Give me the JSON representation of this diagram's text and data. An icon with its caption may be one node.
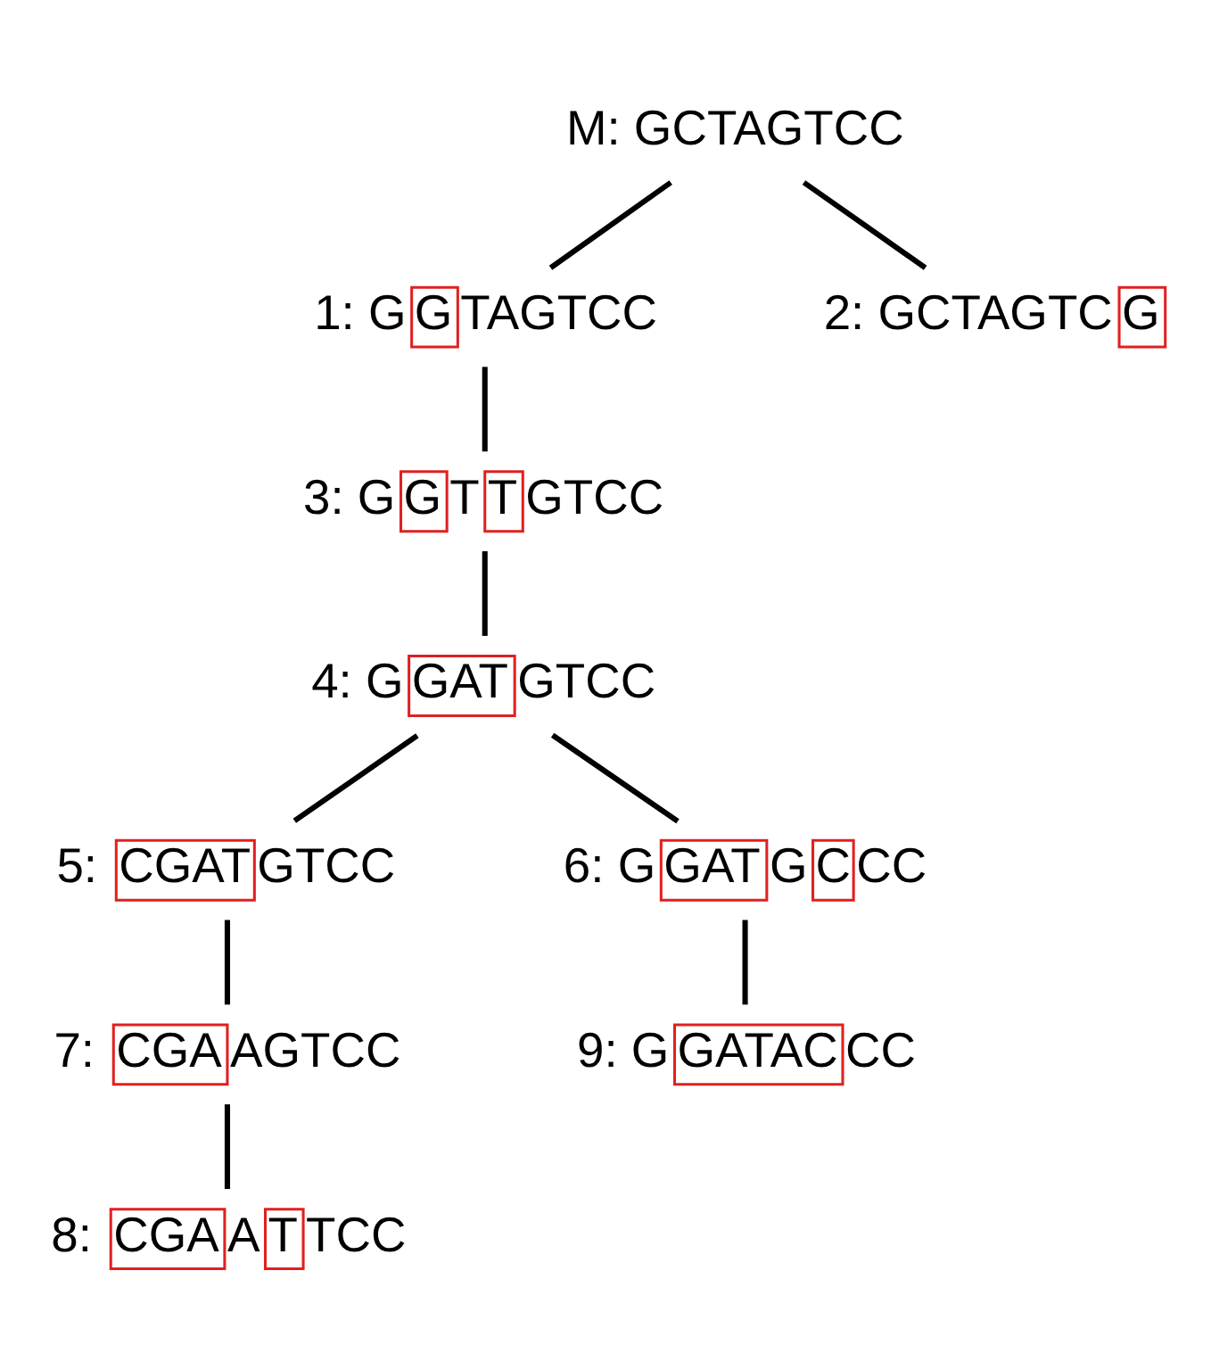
{
  "diagram": {
    "nodes": [
      {
        "text": [
          "M: GCTAGTCC"
        ]
      },
      {
        "text": [
          "1: GGTAGTCC"
        ]
      },
      {
        "text": [
          "2: GCTAGTCG"
        ]
      },
      {
        "text": [
          "3: GGTTGTCC"
        ]
      },
      {
        "text": [
          "4: GGATGTCC"
        ]
      },
      {
        "text": [
          "5: CGATGTCC"
        ]
      },
      {
        "text": [
          "6: GGATGCCC"
        ]
      },
      {
        "text": [
          "7: CGAAGTCC"
        ]
      },
      {
        "text": [
          "8: CGAATTCC"
        ]
      },
      {
        "text": [
          "9: GGATACCC"
        ]
      }
    ],
    "edges": [
      {
        "from": 0,
        "to": 1,
        "arrow": "none"
      },
      {
        "from": 0,
        "to": 2,
        "arrow": "none"
      },
      {
        "from": 1,
        "to": 3,
        "arrow": "none"
      },
      {
        "from": 3,
        "to": 4,
        "arrow": "none"
      },
      {
        "from": 4,
        "to": 5,
        "arrow": "none"
      },
      {
        "from": 4,
        "to": 6,
        "arrow": "none"
      },
      {
        "from": 5,
        "to": 7,
        "arrow": "none"
      },
      {
        "from": 7,
        "to": 8,
        "arrow": "none"
      },
      {
        "from": 6,
        "to": 9,
        "arrow": "none"
      }
    ]
  }
}
